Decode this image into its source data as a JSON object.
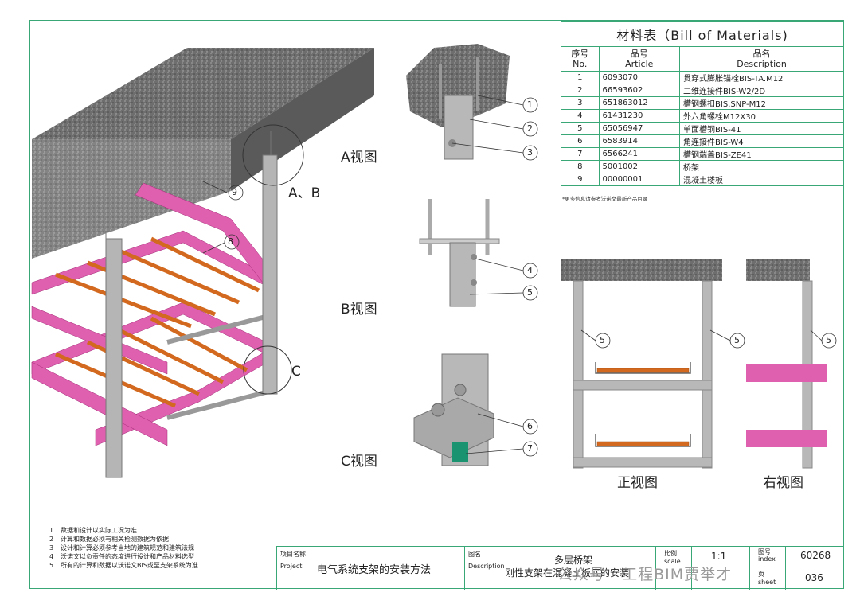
{
  "bom": {
    "title": "材料表（Bill of Materials)",
    "headers": {
      "no_cn": "序号",
      "no_en": "No.",
      "article_cn": "品号",
      "article_en": "Article",
      "desc_cn": "品名",
      "desc_en": "Description"
    },
    "rows": [
      {
        "no": "1",
        "article": "6093070",
        "desc": "贯穿式膨胀锚栓BIS-TA.M12"
      },
      {
        "no": "2",
        "article": "66593602",
        "desc": "二维连接件BIS-W2/2D"
      },
      {
        "no": "3",
        "article": "651863012",
        "desc": "槽钢螺扣BIS.SNP-M12"
      },
      {
        "no": "4",
        "article": "61431230",
        "desc": "外六角螺栓M12X30"
      },
      {
        "no": "5",
        "article": "65056947",
        "desc": "单面槽钢BIS-41"
      },
      {
        "no": "6",
        "article": "6583914",
        "desc": "角连接件BIS-W4"
      },
      {
        "no": "7",
        "article": "6566241",
        "desc": "槽钢端盖BIS-ZE41"
      },
      {
        "no": "8",
        "article": "5001002",
        "desc": "桥架"
      },
      {
        "no": "9",
        "article": "00000001",
        "desc": "混凝土楼板"
      }
    ],
    "note": "*更多信息请参考沃诺文最新产品目录"
  },
  "views": {
    "a": "A视图",
    "b": "B视图",
    "c": "C视图",
    "front": "正视图",
    "right": "右视图"
  },
  "callouts": {
    "ab": "A、B",
    "c": "C",
    "n1": "1",
    "n2": "2",
    "n3": "3",
    "n4": "4",
    "n5": "5",
    "n6": "6",
    "n7": "7",
    "n8": "8",
    "n9": "9"
  },
  "notes": [
    {
      "n": "1",
      "t": "数据和设计以实际工况为准"
    },
    {
      "n": "2",
      "t": "计算和数据必须有相关检测数据为依据"
    },
    {
      "n": "3",
      "t": "设计和计算必须参考当地的建筑规范和建筑法规"
    },
    {
      "n": "4",
      "t": "沃诺文以负责任的态度进行设计和产品材料选型"
    },
    {
      "n": "5",
      "t": "所有的计算和数据以沃诺文BIS或至支架系统为准"
    }
  ],
  "title_block": {
    "project_cn": "项目名称",
    "project_en": "Project",
    "project_value": "电气系统支架的安装方法",
    "desc_cn": "图名",
    "desc_en": "Description",
    "desc_line1": "多层桥架",
    "desc_line2": "刚性支架在混凝土板底的安装",
    "scale_cn": "比例",
    "scale_en": "scale",
    "scale_value": "1:1",
    "index_cn": "图号",
    "index_en": "index",
    "index_value": "60268",
    "sheet_cn": "页",
    "sheet_en": "sheet",
    "sheet_value": "036"
  },
  "watermark": "公众号 · 工程BIM贾举才",
  "colors": {
    "frame": "#3aa876",
    "tray": "#e060b0",
    "rung": "#d2691e",
    "steel": "#a8a8a8",
    "concrete": "#6b6b6b"
  }
}
